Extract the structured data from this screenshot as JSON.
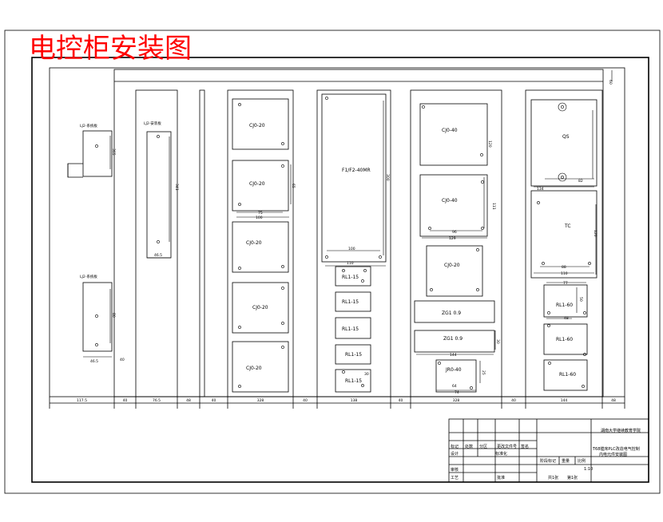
{
  "title": "电控柜安装图",
  "colors": {
    "line": "#000000",
    "title": "#ff0000"
  },
  "panels": {
    "side_relay_top": "LJ2-系统板",
    "side_relay_bottom": "LJ2-系统板",
    "plate": "LJ2-安装板",
    "cols": {
      "c1": [
        "CJ0-20",
        "CJ0-20",
        "CJ0-20",
        "CJ0-20",
        "CJ0-20"
      ],
      "c2_big": "F1/F2-40MR",
      "c2_small": [
        "RL1-15",
        "RL1-15",
        "RL1-15",
        "RL1-15",
        "RL1-15"
      ],
      "c3": [
        "CJ0-40",
        "CJ0-40",
        "CJ0-20",
        "ZG1 0.9",
        "ZG1 0.9",
        "JR0-40"
      ],
      "c4": [
        "QS",
        "TC",
        "RL1-60",
        "RL1-60",
        "RL1-60"
      ]
    }
  },
  "bottom_dims": [
    "117.5",
    "40",
    "76.5",
    "48",
    "40",
    "328",
    "40",
    "138",
    "40",
    "328",
    "40",
    "144",
    "48"
  ],
  "inner_dims": {
    "a": "365",
    "b": "341",
    "c": "46.5",
    "d": "46.5",
    "e": "80",
    "f": "40",
    "g": "75",
    "h": "100",
    "i": "65",
    "j": "300",
    "k": "100",
    "l": "110",
    "m": "96",
    "n": "129",
    "o": "120",
    "p": "111",
    "q": "144",
    "r": "60",
    "s": "82",
    "t": "134",
    "u": "88",
    "v": "110",
    "w": "77",
    "x": "48",
    "y": "64",
    "z": "74",
    "aa": "120",
    "ab": "50",
    "ac": "30",
    "ad": "25",
    "ae": "30"
  },
  "title_block": {
    "school": "湖南大学继续教育学院",
    "drawing_title": "T68镗床PLC改造电气控制",
    "drawing_sub": "内电元件安装图",
    "scale": "1:10",
    "r1": "标记",
    "r2": "处数",
    "r3": "分区",
    "r4": "更改文件号",
    "r5": "签名",
    "r6": "设计",
    "r7": "标准化",
    "r8": "审核",
    "r9": "工艺",
    "r10": "批准",
    "s1": "阶段标记",
    "s2": "重量",
    "s3": "比例",
    "f1": "共1张",
    "f2": "第1张"
  }
}
